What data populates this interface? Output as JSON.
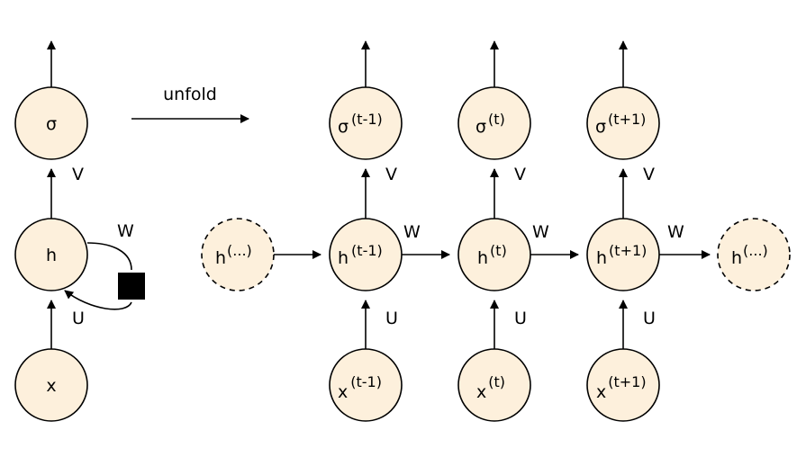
{
  "folded": {
    "output": "σ",
    "hidden": "h",
    "input": "x",
    "w_label": "W",
    "v_label": "V",
    "u_label": "U"
  },
  "unfold_label": "unfold",
  "unfolded": {
    "columns": [
      {
        "output": "σ",
        "output_sup": "(t-1)",
        "hidden": "h",
        "hidden_sup": "(t-1)",
        "input": "x",
        "input_sup": "(t-1)",
        "v_label": "V",
        "u_label": "U",
        "w_label": "W"
      },
      {
        "output": "σ",
        "output_sup": "(t)",
        "hidden": "h",
        "hidden_sup": "(t)",
        "input": "x",
        "input_sup": "(t)",
        "v_label": "V",
        "u_label": "U",
        "w_label": "W"
      },
      {
        "output": "σ",
        "output_sup": "(t+1)",
        "hidden": "h",
        "hidden_sup": "(t+1)",
        "input": "x",
        "input_sup": "(t+1)",
        "v_label": "V",
        "u_label": "U",
        "w_label": "W"
      }
    ],
    "prev": {
      "base": "h",
      "sup": "(...)"
    },
    "next": {
      "base": "h",
      "sup": "(...)"
    }
  },
  "colors": {
    "node_fill": "#fdf0dc",
    "stroke": "#000000"
  }
}
